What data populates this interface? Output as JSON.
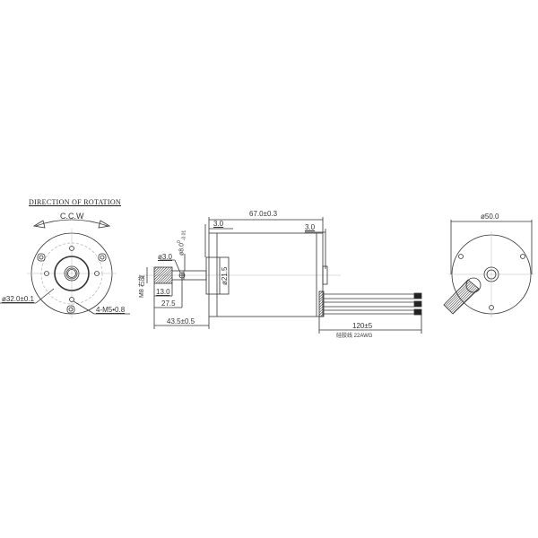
{
  "front_view": {
    "title": "DIRECTION OF ROTATION",
    "rotation": "C.C.W",
    "diameter_label": "ø32.0±0.1",
    "mount_holes_label": "4-M5•0.8"
  },
  "side_view": {
    "body_length": "67.0±0.3",
    "front_flange": "3.0",
    "rear_flange": "3.0",
    "boss_diameter": "ø21.5",
    "shaft_diameter": "ø8.0",
    "shaft_tolerance_upper": "0",
    "shaft_tolerance_lower": "-0.01",
    "pin_hole": "ø3.0",
    "thread_label": "M8 右旋",
    "thread_length": "13.0",
    "shaft_to_pin": "27.5",
    "shaft_total": "43.5±0.5",
    "wire_length": "120±5",
    "wire_spec": "硅胶线   22AWG"
  },
  "rear_view": {
    "diameter_label": "ø50.0"
  },
  "colors": {
    "line": "#333333",
    "center_line": "#aaaaaa",
    "hatch": "#222222"
  }
}
